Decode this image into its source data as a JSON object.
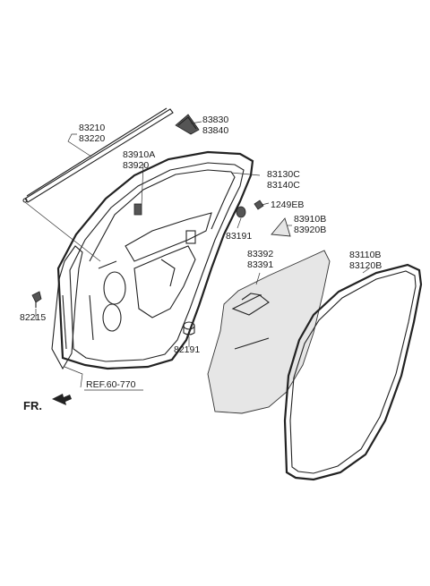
{
  "labels": {
    "p83210": "83210",
    "p83220": "83220",
    "p83830": "83830",
    "p83840": "83840",
    "p83910A": "83910A",
    "p83920": "83920",
    "p83130C": "83130C",
    "p83140C": "83140C",
    "p1249EB": "1249EB",
    "p83191": "83191",
    "p83910B": "83910B",
    "p83920B": "83920B",
    "p83392": "83392",
    "p83391": "83391",
    "p83110B": "83110B",
    "p83120B": "83120B",
    "p82215": "82215",
    "p82191": "82191",
    "ref": "REF.60-770",
    "fr": "FR."
  }
}
